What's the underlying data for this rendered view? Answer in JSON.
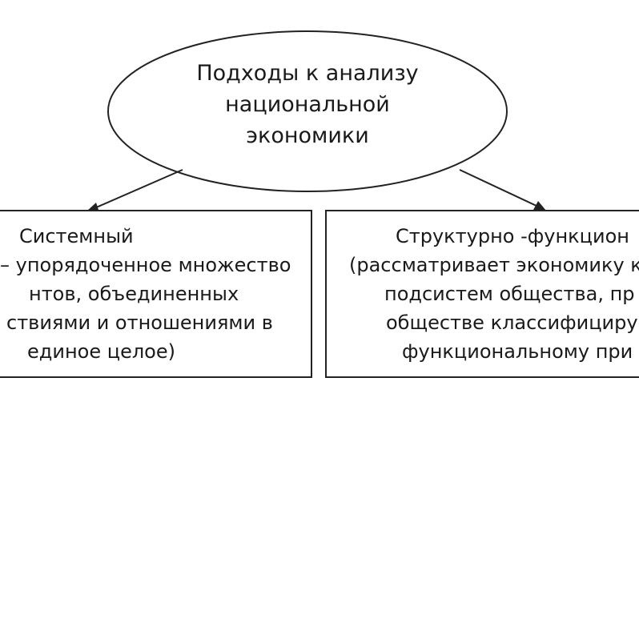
{
  "diagram": {
    "root": {
      "lines": [
        "Подходы к анализу",
        "национальной",
        "экономики"
      ]
    },
    "left": {
      "lines": [
        "Системный",
        "– упорядоченное множество",
        "нтов, объединенных",
        "ствиями и отношениями в",
        "единое целое)"
      ]
    },
    "right": {
      "lines": [
        "Структурно -функцион",
        "(рассматривает экономику к",
        "подсистем общества, пр",
        "обществе классифициру",
        "функциональному при"
      ]
    },
    "colors": {
      "stroke": "#222222",
      "text": "#1a1a1a",
      "background": "#ffffff"
    }
  }
}
